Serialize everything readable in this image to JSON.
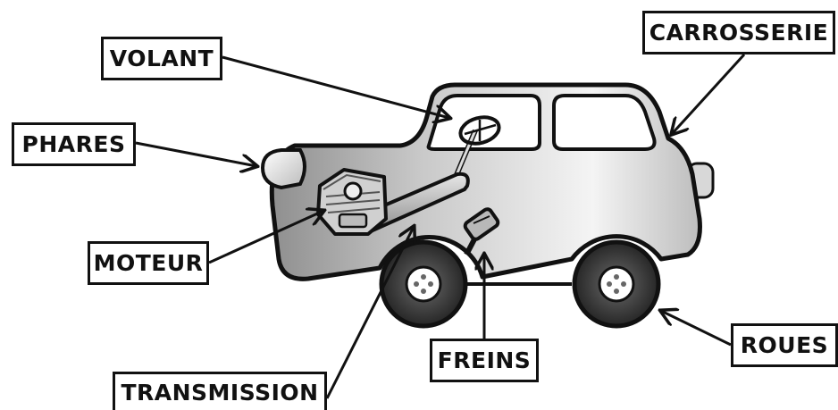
{
  "labels": {
    "volant": "VOLANT",
    "carrosserie": "CARROSSERIE",
    "phares": "PHARES",
    "moteur": "MOTEUR",
    "freins": "FREINS",
    "roues": "ROUES",
    "transmission": "TRANSMISSION"
  },
  "colors": {
    "outline": "#111111",
    "body_light": "#f2f2f2",
    "body_dark": "#9a9a9a",
    "tire": "#3a3a3a",
    "window": "#ffffff"
  }
}
